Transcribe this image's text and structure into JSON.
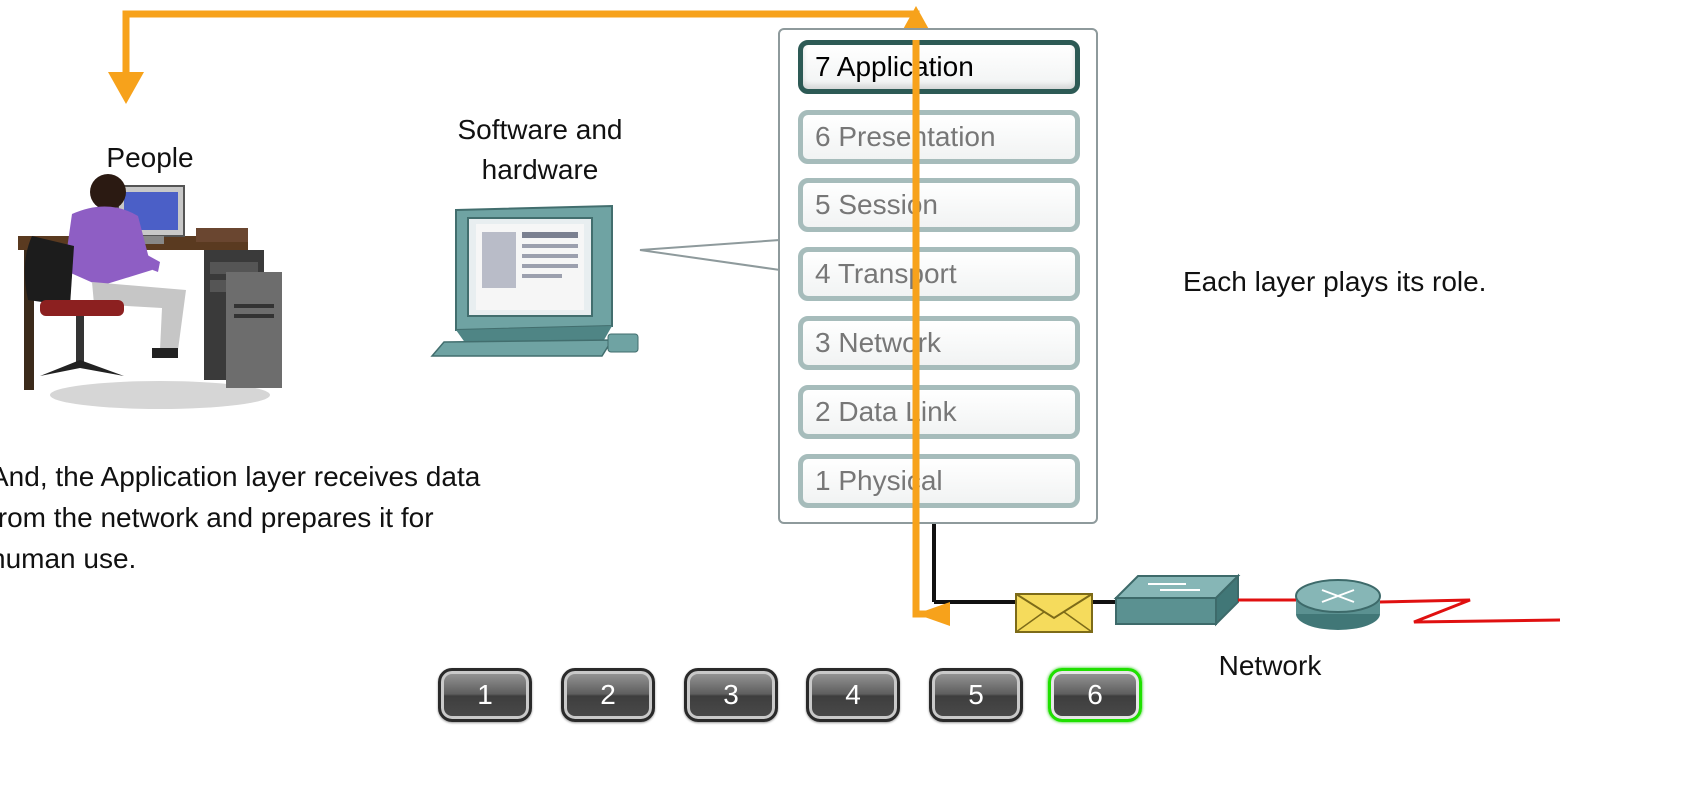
{
  "labels": {
    "people": "People",
    "software_hardware": "Software and\nhardware",
    "each_layer": "Each layer plays its role.",
    "network": "Network",
    "description": "And, the Application layer receives data\nfrom the network and prepares it for\nhuman use."
  },
  "osi_layers": [
    {
      "label": "7 Application",
      "active": true
    },
    {
      "label": "6 Presentation",
      "active": false
    },
    {
      "label": "5 Session",
      "active": false
    },
    {
      "label": "4 Transport",
      "active": false
    },
    {
      "label": "3 Network",
      "active": false
    },
    {
      "label": "2 Data Link",
      "active": false
    },
    {
      "label": "1 Physical",
      "active": false
    }
  ],
  "steps": [
    {
      "label": "1",
      "active": false
    },
    {
      "label": "2",
      "active": false
    },
    {
      "label": "3",
      "active": false
    },
    {
      "label": "4",
      "active": false
    },
    {
      "label": "5",
      "active": false
    },
    {
      "label": "6",
      "active": true
    }
  ],
  "colors": {
    "flow_arrow": "#f7a21b",
    "active_layer_border": "#2d5a55",
    "inactive_layer_border": "#a6bcbb",
    "active_step_border": "#1fe000",
    "wan_link": "#e01010"
  }
}
